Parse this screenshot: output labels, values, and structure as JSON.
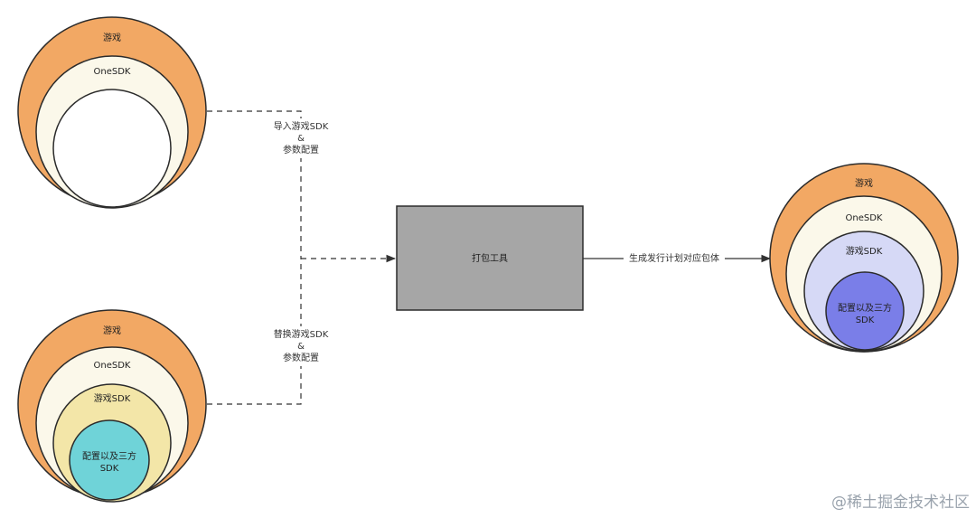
{
  "colors": {
    "orange": "#f2a864",
    "orange_stroke": "#2b2b2b",
    "cream": "#fbf8ea",
    "light_yellow": "#f3e6a8",
    "teal": "#6fd3d8",
    "lavender": "#d6d9f6",
    "purple_blue": "#7a7ee8",
    "gray_box": "#a6a6a6"
  },
  "top_group": {
    "outer_label": "游戏",
    "middle_label": "OneSDK"
  },
  "bottom_group": {
    "outer_label": "游戏",
    "middle_label": "OneSDK",
    "inner_label": "游戏SDK",
    "core_label_line1": "配置以及三方",
    "core_label_line2": "SDK"
  },
  "edges": {
    "import_line1": "导入游戏SDK",
    "import_line2": "&",
    "import_line3": "参数配置",
    "replace_line1": "替换游戏SDK",
    "replace_line2": "&",
    "replace_line3": "参数配置",
    "output_label": "生成发行计划对应包体"
  },
  "tool": {
    "label": "打包工具"
  },
  "result_group": {
    "outer_label": "游戏",
    "middle_label": "OneSDK",
    "inner_label": "游戏SDK",
    "core_label_line1": "配置以及三方",
    "core_label_line2": "SDK"
  },
  "watermark": "@稀土掘金技术社区"
}
